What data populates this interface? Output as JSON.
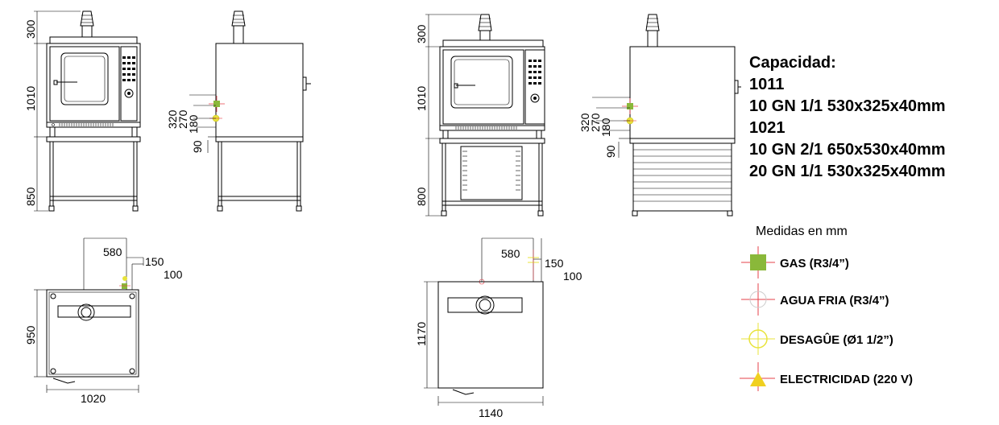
{
  "dimensions": {
    "unit_a": {
      "top_clearance": "300",
      "oven_height": "1010",
      "stand_height": "850",
      "conn_320": "320",
      "conn_270": "270",
      "conn_180": "180",
      "conn_90": "90",
      "plan_580": "580",
      "plan_150": "150",
      "plan_100": "100",
      "plan_depth": "950",
      "plan_width": "1020"
    },
    "unit_b": {
      "top_clearance": "300",
      "oven_height": "1010",
      "stand_height": "800",
      "conn_320": "320",
      "conn_270": "270",
      "conn_180": "180",
      "conn_90": "90",
      "plan_580": "580",
      "plan_150": "150",
      "plan_100": "100",
      "plan_depth": "1170",
      "plan_width": "1140"
    }
  },
  "capacity": {
    "title": "Capacidad:",
    "lines": [
      "1011",
      "10 GN 1/1 530x325x40mm",
      "1021",
      "10 GN 2/1 650x530x40mm",
      "20 GN 1/1 530x325x40mm"
    ]
  },
  "legend": {
    "units_note": "Medidas en mm",
    "items": [
      {
        "label": "GAS (R3/4”)",
        "symbol": "gas-square",
        "color": "#8ab83a"
      },
      {
        "label": "AGUA FRIA (R3/4”)",
        "symbol": "cold-water-circle",
        "color": "#e6404a"
      },
      {
        "label": "DESAGÛE (Ø1 1/2”)",
        "symbol": "drain-circle",
        "color": "#e8e33a"
      },
      {
        "label": "ELECTRICIDAD (220 V)",
        "symbol": "electric-triangle",
        "color": "#f0d020"
      }
    ]
  },
  "colors": {
    "gas": "#8ab83a",
    "water": "#e6404a",
    "drain": "#e8e33a",
    "electric": "#f0d020",
    "line": "#000000"
  }
}
